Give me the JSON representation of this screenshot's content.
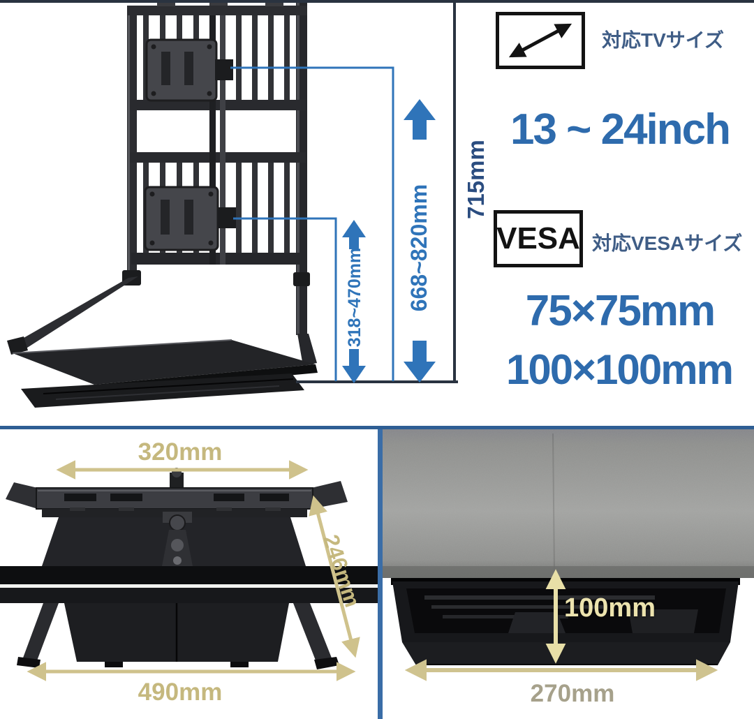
{
  "product_diagram": {
    "dimensions": {
      "inner_height": "318~470mm",
      "mid_height": "668~820mm",
      "total_height": "715mm"
    },
    "tv_size": {
      "label": "対応TVサイズ",
      "range": "13 ~ 24inch"
    },
    "vesa": {
      "badge": "VESA",
      "label": "対応VESAサイズ",
      "size_1": "75×75mm",
      "size_2": "100×100mm"
    },
    "base": {
      "top_width": "320mm",
      "depth": "246mm",
      "bottom_width": "490mm"
    },
    "tray": {
      "height": "100mm",
      "width": "270mm"
    }
  },
  "icons": {
    "tv_diagonal": "rectangle with diagonal double arrow",
    "vesa_badge": "VESA boxed logo"
  },
  "colors": {
    "dimension_blue": "#2f74b9",
    "dimension_navy": "#2b4d80",
    "headline_blue": "#2e6bad",
    "jp_label_blue": "#3f5d86",
    "arrow_tan": "#cfc28c",
    "cream_text": "#ece3ae",
    "divider_blue": "#3a6da7",
    "stand_dark": "#2c2d31"
  }
}
